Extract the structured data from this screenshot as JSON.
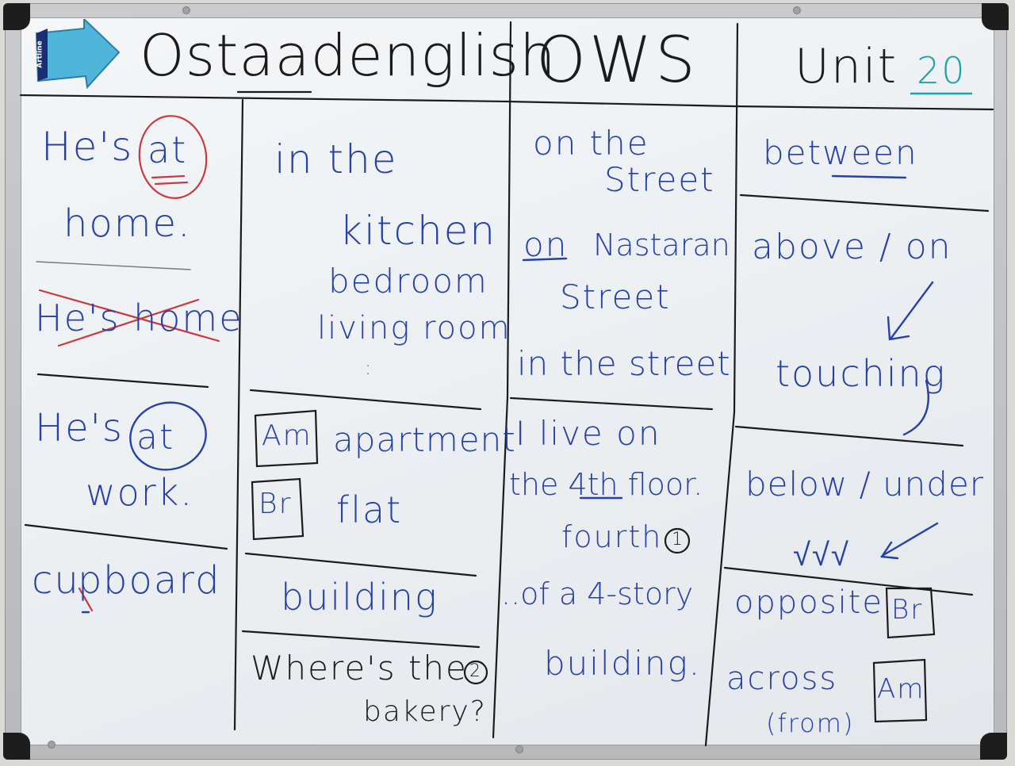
{
  "header": {
    "title": "Ostaadenglish",
    "ows": "OWS",
    "unit_label": "Unit",
    "unit_number": "20"
  },
  "eraser": {
    "brand": "Artline"
  },
  "column1": {
    "line1": "He's",
    "at1": "at",
    "line2": "home.",
    "wrong": "He's home",
    "line3": "He's",
    "at2": "at",
    "line4": "work.",
    "cupboard_a": "cu",
    "cupboard_p": "p",
    "cupboard_b": "board"
  },
  "column2": {
    "in_the": "in the",
    "kitchen": "kitchen",
    "bedroom": "bedroom",
    "living_room": "living room",
    "dots": ":",
    "am": "Am",
    "apartment": "apartment",
    "br": "Br",
    "flat": "flat",
    "building": "building",
    "question1": "Where's the",
    "question2": "bakery?",
    "num": "2"
  },
  "column3": {
    "on_the": "on the",
    "street": "Street",
    "on": "on",
    "nastaran": "Nastaran",
    "street2": "Street",
    "in_the_street": "in the street",
    "i_live_on": "I live on",
    "the_4th_floor": "the 4th floor.",
    "fourth": "fourth",
    "num": "1",
    "of_a": "..of a 4-story",
    "building": "building."
  },
  "column4": {
    "between": "between",
    "above_on": "above / on",
    "touching": "touching",
    "below_under": "below / under",
    "checks": "√√√",
    "opposite": "opposite",
    "br": "Br",
    "across": "across",
    "from": "(from)",
    "am": "Am"
  },
  "colors": {
    "blue_marker": "#2740a6",
    "black_marker": "#1b1b1b",
    "red_marker": "#c83a3f",
    "teal_marker": "#1aa3a3",
    "eraser": "#4fb6da"
  }
}
